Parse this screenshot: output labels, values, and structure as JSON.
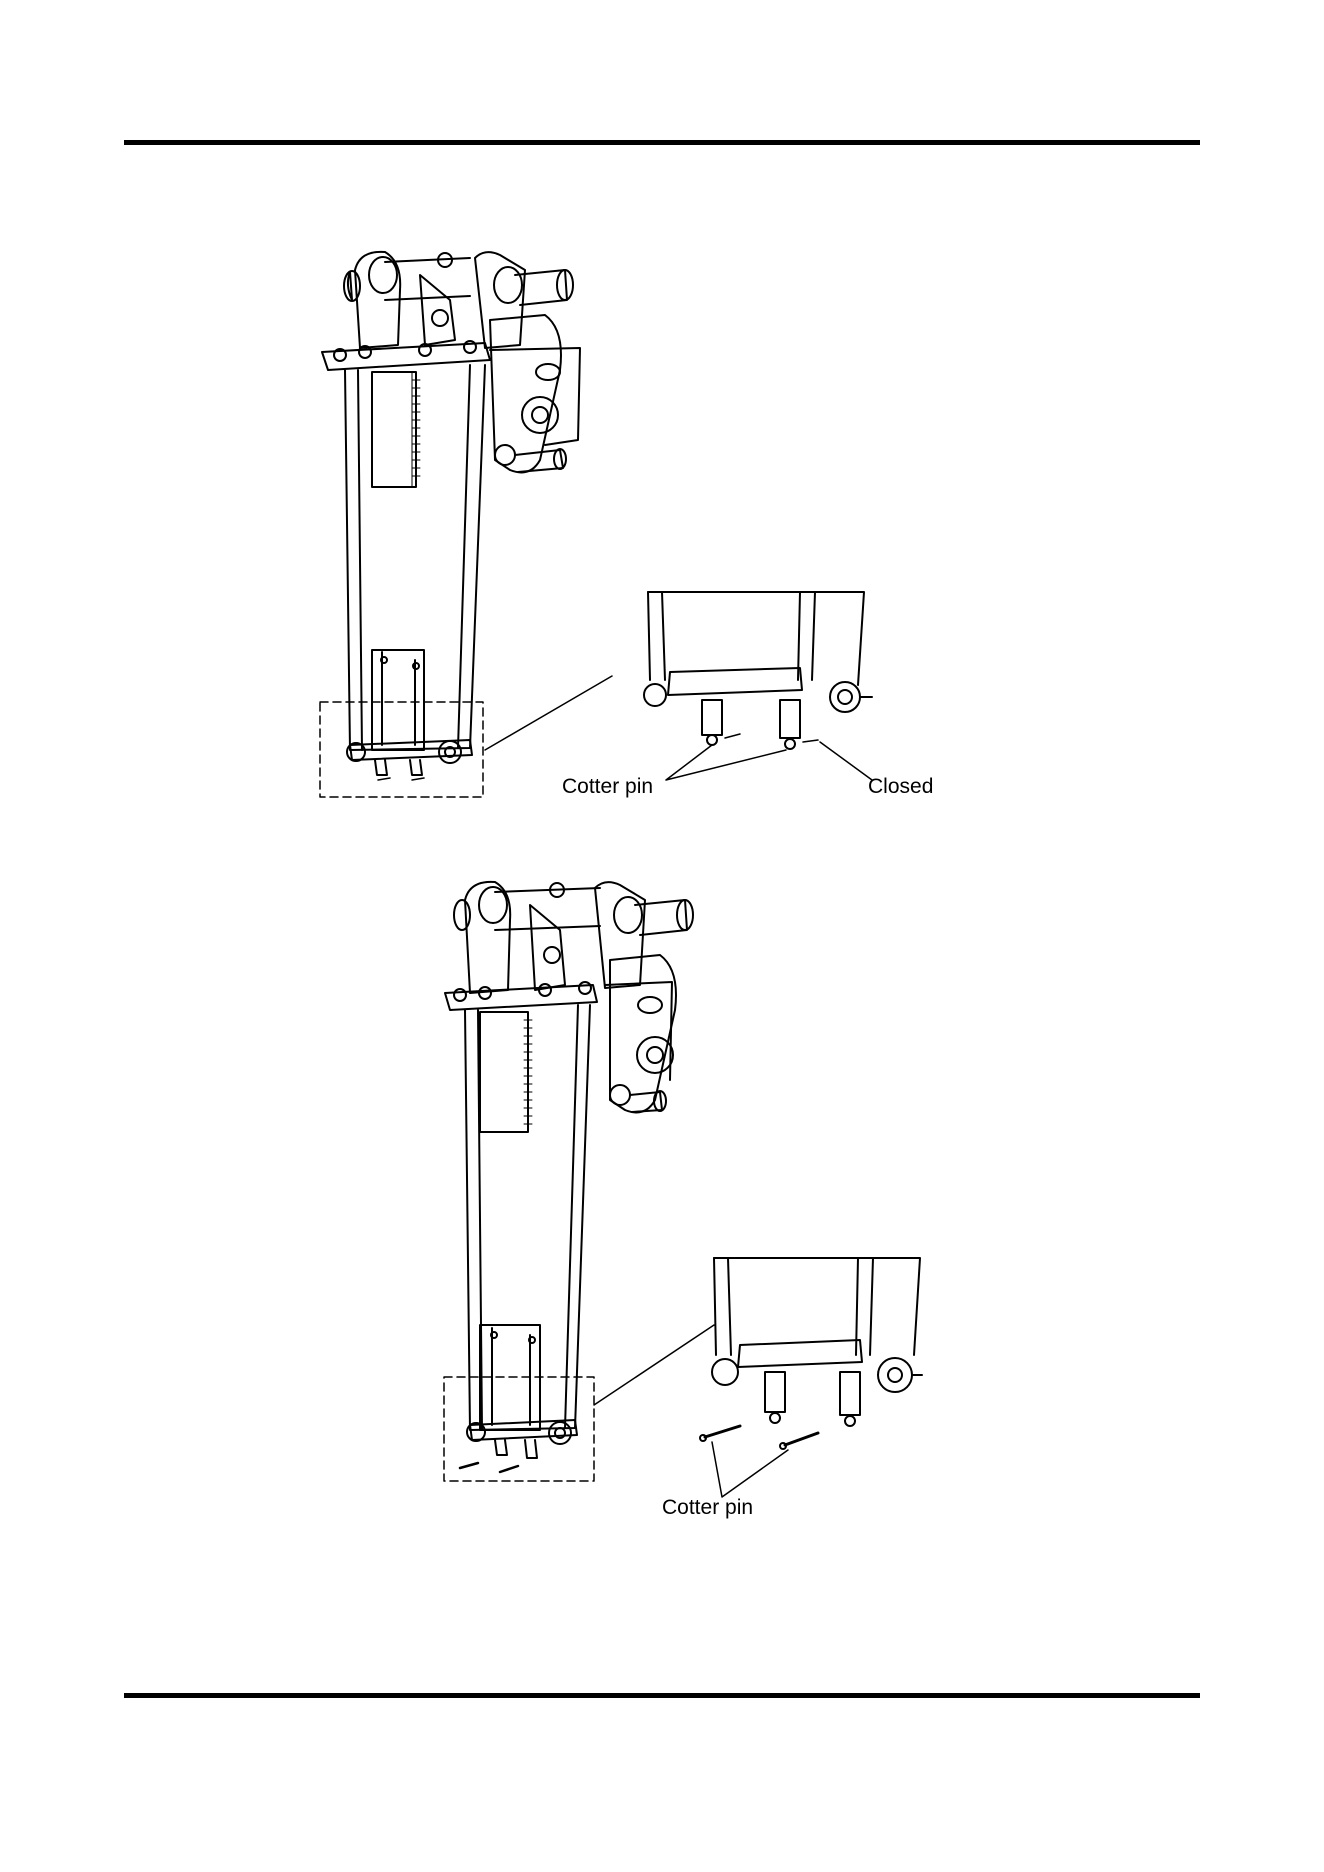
{
  "figure_1": {
    "labels": {
      "cotter_pin": "Cotter pin",
      "closed": "Closed"
    }
  },
  "figure_2": {
    "labels": {
      "cotter_pin": "Cotter pin"
    }
  }
}
